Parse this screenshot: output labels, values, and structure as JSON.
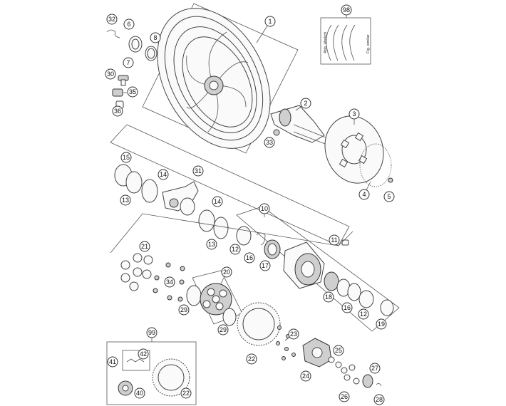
{
  "callouts": [
    "1",
    "2",
    "3",
    "4",
    "5",
    "6",
    "7",
    "8",
    "10",
    "11",
    "12",
    "12b",
    "13",
    "13b",
    "14",
    "14b",
    "15",
    "16",
    "16b",
    "17",
    "18",
    "19",
    "20",
    "21",
    "22",
    "22b",
    "23",
    "24",
    "25",
    "26",
    "27",
    "28",
    "29",
    "29b",
    "30",
    "31",
    "32",
    "33",
    "34",
    "35",
    "36",
    "40",
    "41",
    "42",
    "98",
    "99"
  ],
  "labels": {
    "1": "1",
    "2": "2",
    "3": "3",
    "4": "4",
    "5": "5",
    "6": "6",
    "7": "7",
    "8": "8",
    "10": "10",
    "11": "11",
    "12": "12",
    "12b": "12",
    "13": "13",
    "13b": "13",
    "14": "14",
    "14b": "14",
    "15": "15",
    "16": "16",
    "16b": "16",
    "17": "17",
    "18": "18",
    "19": "19",
    "20": "20",
    "21": "21",
    "22": "22",
    "22b": "22",
    "23": "23",
    "24": "24",
    "25": "25",
    "26": "26",
    "27": "27",
    "28": "28",
    "29": "29",
    "29b": "29",
    "30": "30",
    "31": "31",
    "32": "32",
    "33": "33",
    "34": "34",
    "35": "35",
    "36": "36",
    "40": "40",
    "41": "41",
    "42": "42",
    "98": "98",
    "99": "99"
  },
  "inset_98": {
    "left_text": "Abb. ähnlich",
    "right_text": "Fig. similar"
  }
}
